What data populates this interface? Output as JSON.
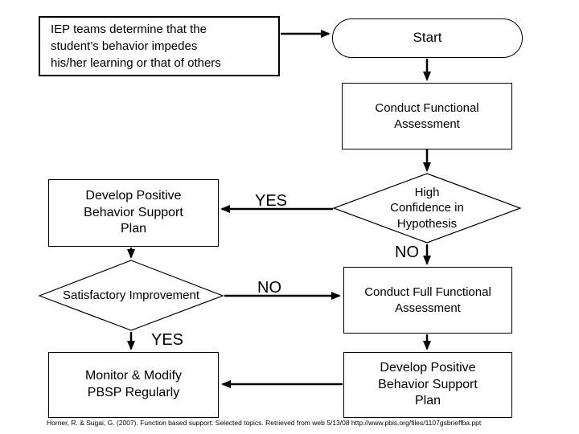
{
  "diagram": {
    "nodes": {
      "iep": {
        "label": "IEP teams determine that the\nstudent’s behavior impedes\nhis/her learning or that of others"
      },
      "start": {
        "label": "Start"
      },
      "conduct_fa": {
        "label": "Conduct Functional\nAssessment"
      },
      "develop_pbsp": {
        "label": "Develop Positive\nBehavior Support\nPlan"
      },
      "high_confidence": {
        "label": "High\nConfidence in\nHypothesis"
      },
      "satisfactory": {
        "label": "Satisfactory Improvement"
      },
      "conduct_ffa": {
        "label": "Conduct Full Functional\nAssessment"
      },
      "monitor": {
        "label": "Monitor & Modify\nPBSP Regularly"
      },
      "develop_pbsp_2": {
        "label": "Develop Positive\nBehavior Support\nPlan"
      }
    },
    "edge_labels": {
      "high_confidence_yes": "YES",
      "high_confidence_no": "NO",
      "satisfactory_no": "NO",
      "satisfactory_yes": "YES"
    },
    "citation": "Horner, R. & Sugai, G. (2007). Function based support: Selected topics. Retrieved from web 5/13/08 http://www.pbis.org/files/1107gsbrieffba.ppt",
    "colors": {
      "background": "#ffffff",
      "line": "#000000",
      "text": "#000000"
    }
  }
}
